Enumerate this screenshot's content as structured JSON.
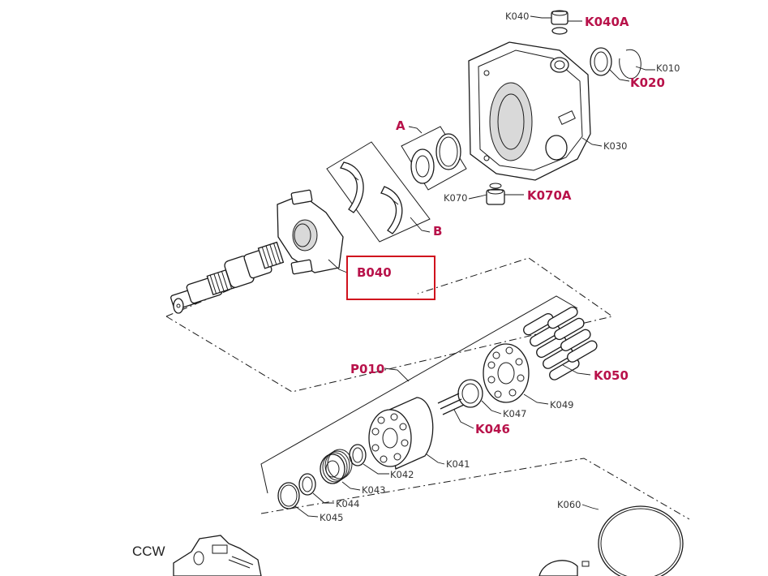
{
  "diagram": {
    "labels": {
      "k040": "K040",
      "k040a": "K040A",
      "k010": "K010",
      "k020": "K020",
      "k030": "K030",
      "a": "A",
      "k070": "K070",
      "k070a": "K070A",
      "b": "B",
      "b040": "B040",
      "p010": "P010",
      "k050": "K050",
      "k049": "K049",
      "k047": "K047",
      "k046": "K046",
      "k041": "K041",
      "k042": "K042",
      "k043": "K043",
      "k044": "K044",
      "k045": "K045",
      "k060": "K060",
      "ccw": "CCW"
    },
    "colors": {
      "key_label": "#b8124a",
      "highlight_box": "#d0111d",
      "line": "#1a1a1a"
    },
    "highlighted_part": "B040"
  }
}
